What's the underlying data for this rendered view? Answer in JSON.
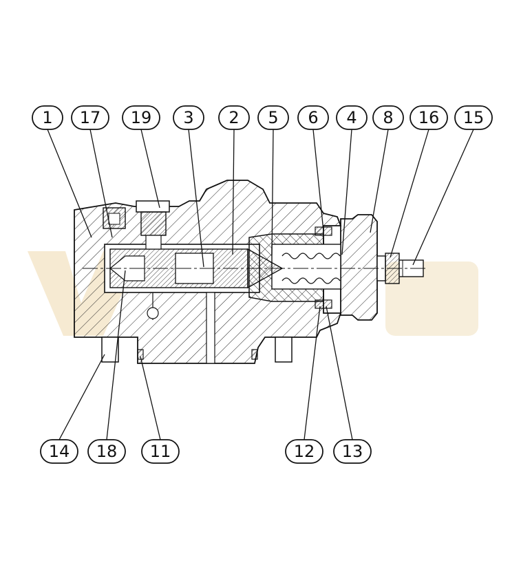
{
  "diagram": {
    "watermark_text": "VFG",
    "callouts_top": [
      {
        "label": "1"
      },
      {
        "label": "17"
      },
      {
        "label": "19"
      },
      {
        "label": "3"
      },
      {
        "label": "2"
      },
      {
        "label": "5"
      },
      {
        "label": "6"
      },
      {
        "label": "4"
      },
      {
        "label": "8"
      },
      {
        "label": "16"
      },
      {
        "label": "15"
      }
    ],
    "callouts_bottom": [
      {
        "label": "14"
      },
      {
        "label": "18"
      },
      {
        "label": "11"
      },
      {
        "label": "12"
      },
      {
        "label": "13"
      }
    ],
    "colors": {
      "line": "#111111",
      "hatch": "#222222",
      "watermark": "#f3e3c4"
    }
  }
}
